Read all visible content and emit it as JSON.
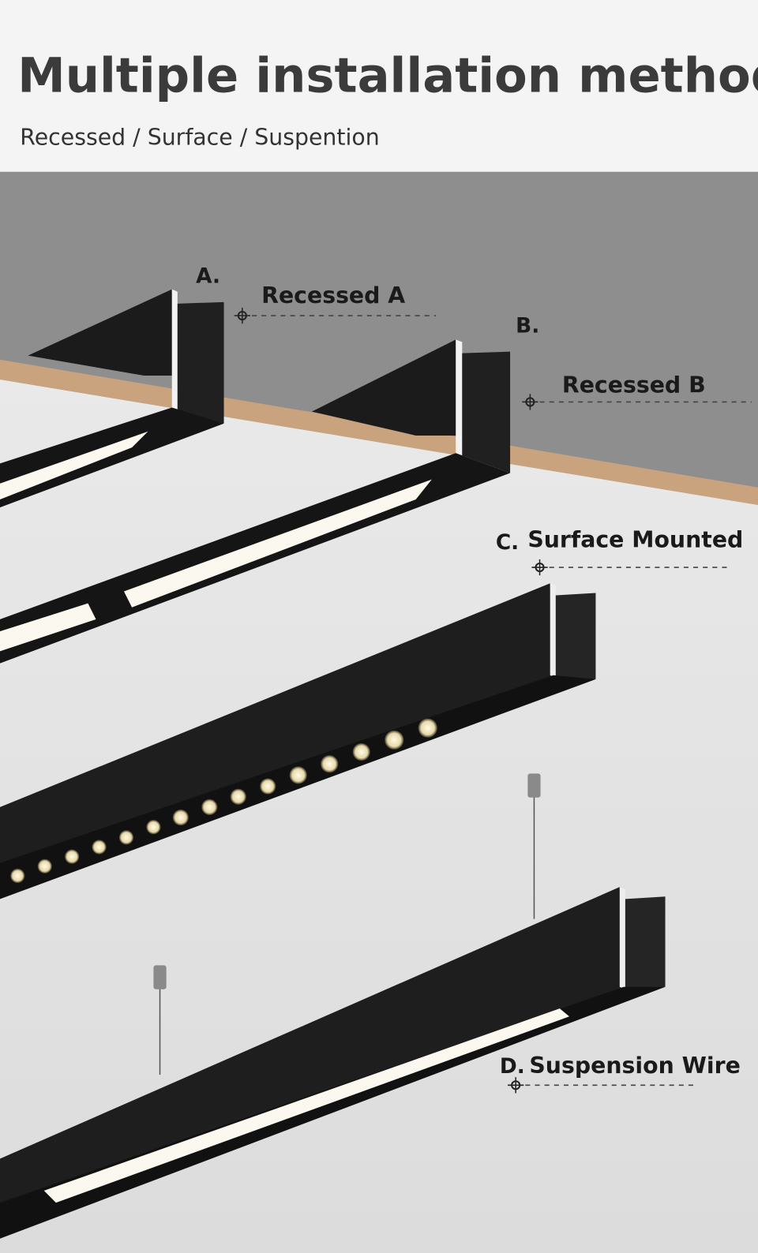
{
  "header": {
    "title": "Multiple installation methods",
    "subtitle": "Recessed / Surface / Suspention"
  },
  "labels": {
    "a_letter": "A.",
    "a_text": "Recessed A",
    "b_letter": "B.",
    "b_text": "Recessed B",
    "c_letter": "C.",
    "c_text": "Surface Mounted",
    "d_letter": "D.",
    "d_text": "Suspension Wire"
  },
  "colors": {
    "header_bg": "#f4f4f4",
    "wall": "#8e8e8e",
    "ceiling": "#e4e4e4",
    "wood": "#c9a27e",
    "fixture": "#1c1c1c",
    "light": "#fbf8ef"
  }
}
